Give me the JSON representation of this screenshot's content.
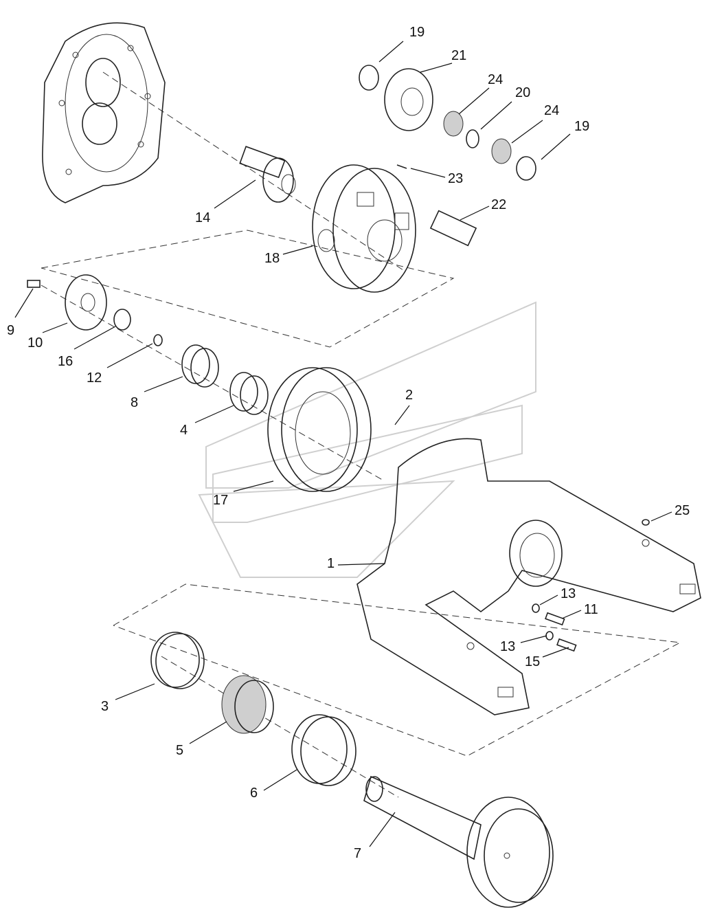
{
  "diagram": {
    "callouts": {
      "c1": "1",
      "c2": "2",
      "c3": "3",
      "c4": "4",
      "c5": "5",
      "c6": "6",
      "c7": "7",
      "c8": "8",
      "c9": "9",
      "c10": "10",
      "c11": "11",
      "c12": "12",
      "c13a": "13",
      "c13b": "13",
      "c14": "14",
      "c15": "15",
      "c16": "16",
      "c17": "17",
      "c18": "18",
      "c19a": "19",
      "c19b": "19",
      "c20": "20",
      "c21": "21",
      "c22": "22",
      "c23": "23",
      "c24a": "24",
      "c24b": "24",
      "c25": "25"
    },
    "colors": {
      "line": "#222222",
      "background": "#ffffff",
      "watermark": "#cfcfcf"
    }
  }
}
